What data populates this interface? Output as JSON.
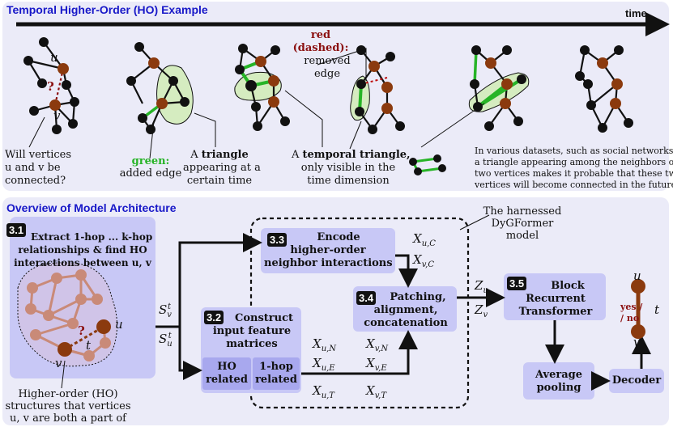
{
  "top": {
    "title": "Temporal Higher-Order (HO) Example",
    "time_label": "time",
    "vertex_u": "u",
    "vertex_v": "v",
    "question_mark": "?",
    "q1": "Will vertices",
    "q2": "u and v be",
    "q3": "connected?",
    "green_key": "green:",
    "green_text": "added edge",
    "tri_1a": "A ",
    "tri_1b": "triangle",
    "tri_2": "appearing at a",
    "tri_3": "certain time",
    "red_key1": "red",
    "red_key2": "(dashed):",
    "red_text1": "removed",
    "red_text2": "edge",
    "ttri_1a": "A ",
    "ttri_1b": "temporal triangle,",
    "ttri_2": "only visible in the",
    "ttri_3": "time dimension",
    "note_1": "In various datasets, such as social networks,",
    "note_2": "a triangle appearing among the neighbors of",
    "note_3": "two vertices makes it probable that these two",
    "note_4": "vertices will become connected in the future"
  },
  "bottom": {
    "title": "Overview of Model Architecture",
    "dygformer_1": "The harnessed",
    "dygformer_2": "DyGFormer",
    "dygformer_3": "model",
    "b31_num": "3.1",
    "b31_l1": "Extract 1-hop ... k-hop",
    "b31_l2": "relationships & find HO",
    "b31_l3": "interactions between u, v",
    "b33_num": "3.3",
    "b33_l1": "Encode",
    "b33_l2": "higher-order",
    "b33_l3": "neighbor interactions",
    "b32_num": "3.2",
    "b32_l1": "Construct",
    "b32_l2": "input feature",
    "b32_l3": "matrices",
    "ho_l1": "HO",
    "ho_l2": "related",
    "hop_l1": "1-hop",
    "hop_l2": "related",
    "b34_num": "3.4",
    "b34_l1": "Patching,",
    "b34_l2": "alignment,",
    "b34_l3": "concatenation",
    "b35_num": "3.5",
    "b35_l1": "Block",
    "b35_l2": "Recurrent",
    "b35_l3": "Transformer",
    "avg_l1": "Average",
    "avg_l2": "pooling",
    "decoder": "Decoder",
    "yes": "yes /",
    "no": "/ no",
    "t_label": "t",
    "u_label": "u",
    "v_label": "v",
    "graph_t": "t",
    "graph_q": "?",
    "cap_1": "Higher-order (HO)",
    "cap_2": "structures that vertices",
    "cap_3": "u, v are both a part of",
    "m_X": "X",
    "m_S": "S",
    "m_Z": "Z",
    "sub_uC": "u,C",
    "sub_vC": "v,C",
    "sub_uN": "u,N",
    "sub_vN": "v,N",
    "sub_uE": "u,E",
    "sub_vE": "v,E",
    "sub_uT": "u,T",
    "sub_vT": "v,T",
    "sub_v": "v",
    "sub_u": "u",
    "sup_t": "t"
  },
  "colors": {
    "title_blue": "#1818c8",
    "panel": "#ebebf8",
    "box": "#c8c8f6",
    "box_dark": "#a8a8ee",
    "brown": "#8b3a0e",
    "red_text": "#8b1010",
    "green": "#27b427",
    "hull_green": "#d5ecc0",
    "pink_node": "#c98a78",
    "ho_region": "#d0c4e8"
  }
}
